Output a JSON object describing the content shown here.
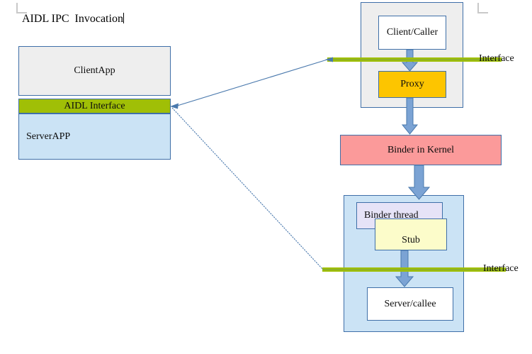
{
  "document": {
    "title_text": "AIDL IPC  Invocation",
    "margin_marks": [
      "top-left-margin-mark",
      "top-right-margin-mark"
    ],
    "caret_visible": true
  },
  "colors": {
    "aidl_green": "#a0bf06",
    "client_gray": "#eeeeee",
    "server_blue": "#cbe3f5",
    "proxy_amber": "#fdc500",
    "kernel_red": "#fb9a9a",
    "stub_yellow": "#fcfcca",
    "binder_thread_lavender": "#e6e3f7",
    "outline_blue": "#3f6fa8",
    "arrow_blue": "#7ba3d4",
    "connector_blue": "#4a79ad"
  },
  "left_diagram": {
    "client_app_label": "ClientApp",
    "aidl_interface_label": "AIDL Interface",
    "server_app_label": "ServerAPP"
  },
  "right_diagram": {
    "client_process": {
      "caller_label": "Client/Caller",
      "proxy_label": "Proxy"
    },
    "kernel_label": "Binder in Kernel",
    "server_process": {
      "binder_thread_label": "Binder thread",
      "stub_label": "Stub",
      "server_callee_label": "Server/callee"
    },
    "interface_top_label": "Interface",
    "interface_bottom_label": "Interface"
  },
  "flow": {
    "arrows": [
      {
        "name": "caller-to-proxy",
        "from": "Client/Caller",
        "to": "Proxy"
      },
      {
        "name": "proxy-to-kernel",
        "from": "Proxy",
        "to": "Binder in Kernel"
      },
      {
        "name": "kernel-to-binder-thread",
        "from": "Binder in Kernel",
        "to": "Binder thread"
      },
      {
        "name": "stub-to-server",
        "from": "Stub",
        "to": "Server/callee"
      }
    ],
    "connectors": [
      {
        "name": "aidl-to-top-interface",
        "from": "AIDL Interface",
        "to": "Interface (client)"
      },
      {
        "name": "aidl-to-bottom-interface",
        "from": "AIDL Interface",
        "to": "Interface (server)"
      }
    ]
  }
}
